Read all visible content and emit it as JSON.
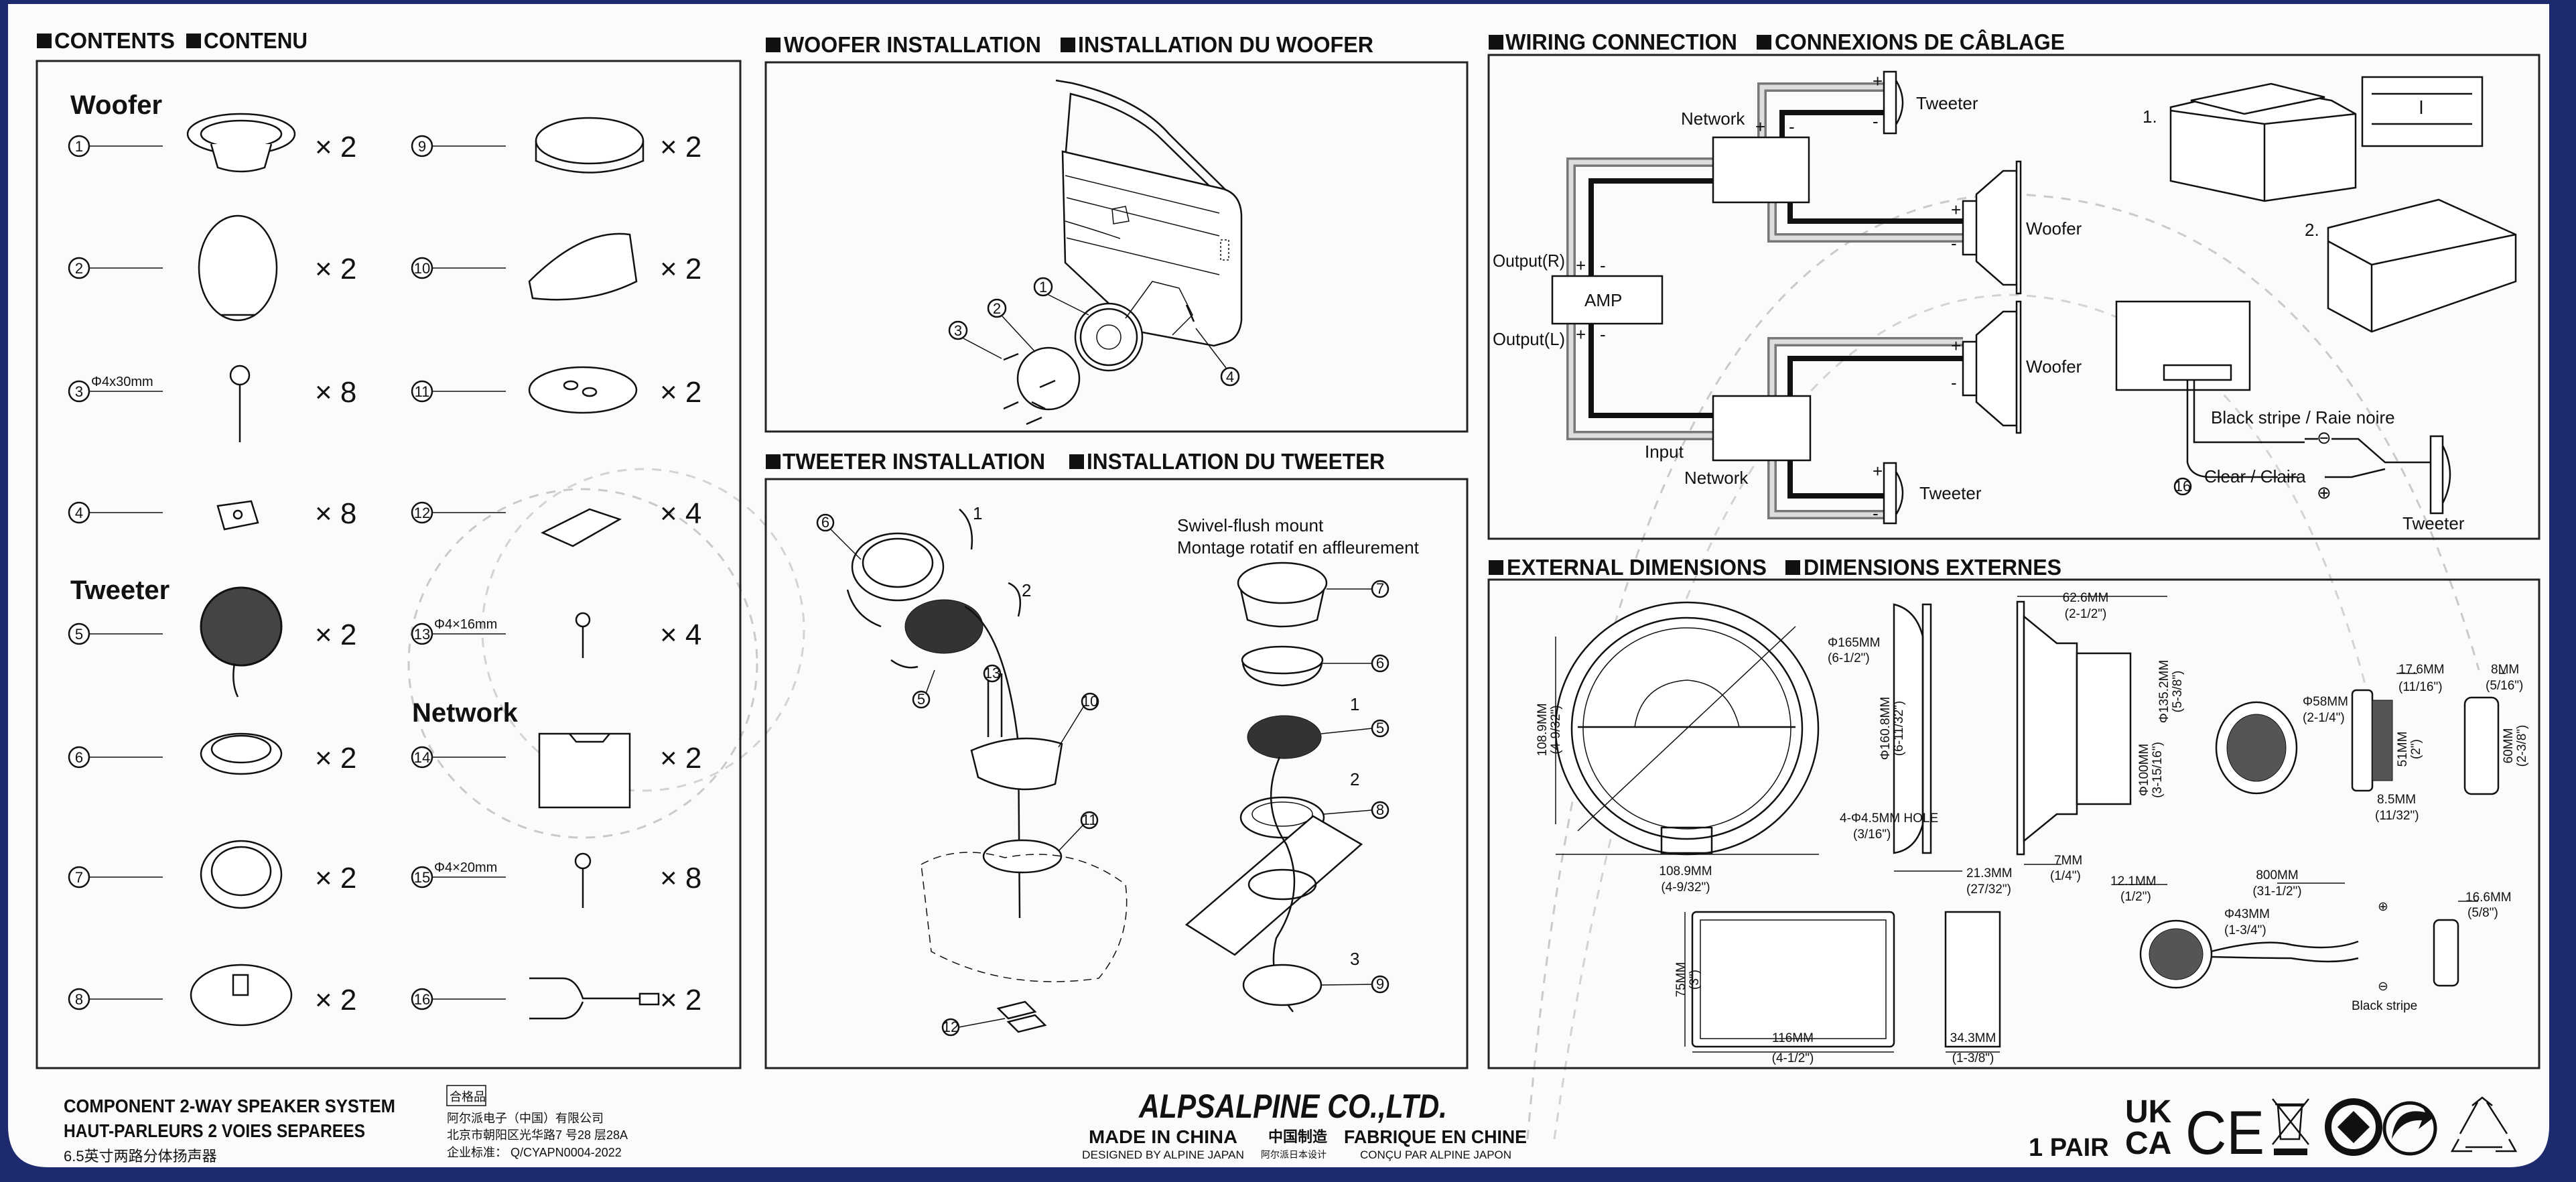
{
  "colors": {
    "frame": "#1e2a6e",
    "ink": "#111111",
    "panel": "#ffffff"
  },
  "contents": {
    "heading_en": "CONTENTS",
    "heading_fr": "CONTENU",
    "groups": {
      "woofer": "Woofer",
      "tweeter": "Tweeter",
      "network": "Network"
    },
    "items": [
      {
        "num": "1",
        "qty": "× 2"
      },
      {
        "num": "2",
        "qty": "× 2"
      },
      {
        "num": "3",
        "size": "Φ4x30mm",
        "qty": "× 8"
      },
      {
        "num": "4",
        "qty": "× 8"
      },
      {
        "num": "5",
        "qty": "× 2"
      },
      {
        "num": "6",
        "qty": "× 2"
      },
      {
        "num": "7",
        "qty": "× 2"
      },
      {
        "num": "8",
        "qty": "× 2"
      },
      {
        "num": "9",
        "qty": "× 2"
      },
      {
        "num": "10",
        "qty": "× 2"
      },
      {
        "num": "11",
        "qty": "× 2"
      },
      {
        "num": "12",
        "qty": "× 4"
      },
      {
        "num": "13",
        "size": "Φ4×16mm",
        "qty": "× 4"
      },
      {
        "num": "14",
        "qty": "× 2"
      },
      {
        "num": "15",
        "size": "Φ4×20mm",
        "qty": "× 8"
      },
      {
        "num": "16",
        "qty": "× 2"
      }
    ]
  },
  "woofer_installation": {
    "heading_en": "WOOFER INSTALLATION",
    "heading_fr": "INSTALLATION DU WOOFER",
    "callouts": [
      "1",
      "2",
      "3",
      "4"
    ]
  },
  "tweeter_installation": {
    "heading_en": "TWEETER INSTALLATION",
    "heading_fr": "INSTALLATION DU TWEETER",
    "mount_en": "Swivel-flush mount",
    "mount_fr": "Montage rotatif en affleurement",
    "left_callouts": [
      "6",
      "5",
      "13",
      "10",
      "11",
      "12"
    ],
    "left_steps": [
      "1",
      "2"
    ],
    "right_callouts": [
      "7",
      "6",
      "5",
      "8",
      "9"
    ],
    "right_steps": [
      "1",
      "2",
      "3"
    ]
  },
  "wiring": {
    "heading_en": "WIRING CONNECTION",
    "heading_fr": "CONNEXIONS DE CÂBLAGE",
    "network_top": "Network",
    "network_bottom": "Network",
    "tweeter_top": "Tweeter",
    "tweeter_bottom": "Tweeter",
    "woofer_top": "Woofer",
    "woofer_bottom": "Woofer",
    "output_r": "Output(R)",
    "output_l": "Output(L)",
    "amp": "AMP",
    "input": "Input",
    "plus": "+",
    "minus": "-",
    "step1": "1.",
    "step2": "2.",
    "black_stripe": "Black stripe / Raie noire",
    "clear": "Clear / Claira",
    "cable_num": "16",
    "neg": "⊖",
    "pos": "⊕",
    "tweeter_right": "Tweeter"
  },
  "dimensions": {
    "heading_en": "EXTERNAL DIMENSIONS",
    "heading_fr": "DIMENSIONS EXTERNES",
    "d165": [
      "Φ165MM",
      "(6-1/2\")"
    ],
    "h1089": [
      "108.9MM",
      "(4-9/32\")"
    ],
    "hole": [
      "4-Φ4.5MM HOLE",
      "(3/16\")"
    ],
    "w1089": [
      "108.9MM",
      "(4-9/32\")"
    ],
    "d1608": [
      "Φ160.8MM",
      "(6-11/32\")"
    ],
    "d213": [
      "21.3MM",
      "(27/32\")"
    ],
    "d626": [
      "62.6MM",
      "(2-1/2\")"
    ],
    "d1352": [
      "Φ135.2MM",
      "(5-3/8\")"
    ],
    "d100": [
      "Φ100MM",
      "(3-15/16\")"
    ],
    "d7": [
      "7MM",
      "(1/4\")"
    ],
    "d121": [
      "12.1MM",
      "(1/2\")"
    ],
    "d58": [
      "Φ58MM",
      "(2-1/4\")"
    ],
    "d176": [
      "17.6MM",
      "(11/16\")"
    ],
    "d51": [
      "51MM",
      "(2\")"
    ],
    "d85": [
      "8.5MM",
      "(11/32\")"
    ],
    "d8": [
      "8MM",
      "(5/16\")"
    ],
    "d60": [
      "60MM",
      "(2-3/8\")"
    ],
    "d75": [
      "75MM",
      "(3\")"
    ],
    "d116": [
      "116MM",
      "(4-1/2\")"
    ],
    "d343": [
      "34.3MM",
      "(1-3/8\")"
    ],
    "d800": [
      "800MM",
      "(31-1/2\")"
    ],
    "d43": [
      "Φ43MM",
      "(1-3/4\")"
    ],
    "d166": [
      "16.6MM",
      "(5/8\")"
    ],
    "plus": "⊕",
    "minus": "⊖",
    "black_stripe": "Black stripe"
  },
  "footer": {
    "product_en": "COMPONENT 2-WAY SPEAKER SYSTEM",
    "product_fr": "HAUT-PARLEURS 2 VOIES SEPAREES",
    "product_cn": "6.5英寸两路分体扬声器",
    "cert": "合格品",
    "company_cn": "阿尔派电子（中国）有限公司",
    "address_cn": "北京市朝阳区光华路7 号28 层28A",
    "standard_cn": "企业标准：  Q/CYAPN0004-2022",
    "brand": "ALPSALPINE CO.,LTD.",
    "made_en": "MADE IN CHINA",
    "made_cn": "中国制造",
    "made_fr": "FABRIQUE EN CHINE",
    "designed_en": "DESIGNED BY ALPINE JAPAN",
    "designed_cn": "阿尔派日本设计",
    "designed_fr": "CONÇU PAR ALPINE JAPON",
    "quantity": "1 PAIR",
    "ukca_top": "UK",
    "ukca_bottom": "CA",
    "ce": "CE",
    "icons": [
      "ukca-mark",
      "ce-mark",
      "weee-bin-icon",
      "packaging-recycle-icon",
      "green-dot-icon",
      "recycle-icon"
    ]
  }
}
